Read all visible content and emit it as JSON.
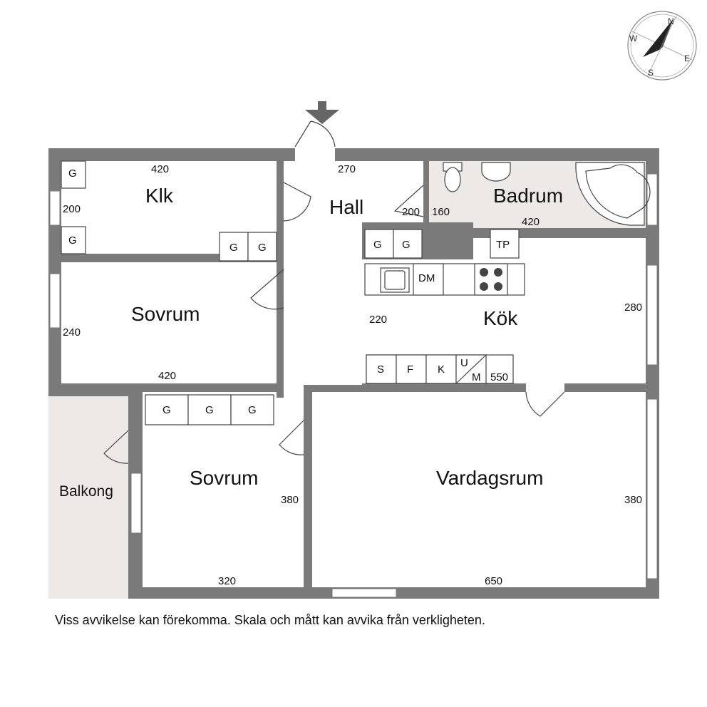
{
  "rooms": {
    "klk": "Klk",
    "hall": "Hall",
    "badrum": "Badrum",
    "sovrum_top": "Sovrum",
    "kok": "Kök",
    "sovrum_bottom": "Sovrum",
    "vardagsrum": "Vardagsrum",
    "balkong": "Balkong"
  },
  "dimensions": {
    "klk_width": "420",
    "klk_depth": "200",
    "hall_width": "270",
    "hall_depth": "200",
    "badrum_depth": "160",
    "badrum_width": "420",
    "sovrum_top_depth": "240",
    "sovrum_top_width": "420",
    "kok_depth": "280",
    "kok_hall_width": "220",
    "kok_width": "550",
    "sovrum_bottom_depth": "380",
    "sovrum_bottom_width": "320",
    "vardagsrum_depth": "380",
    "vardagsrum_width": "650"
  },
  "fixtures": {
    "wardrobe": "G",
    "dishwasher": "DM",
    "drying_cabinet": "TP",
    "fridge": "S",
    "freezer": "F",
    "cabinet": "K",
    "microwave_top": "U",
    "microwave_bottom": "M"
  },
  "compass": {
    "north": "N",
    "east": "E",
    "south": "S",
    "west": "W",
    "icon": "compass-rose-icon"
  },
  "entrance_icon": "entrance-arrow-icon",
  "disclaimer": "Viss avvikelse kan förekomma. Skala och mått kan avvika från verkligheten.",
  "colors": {
    "wall": "#7a7a7a",
    "balcony_floor": "#ece9e6",
    "bathroom_floor": "#ece9e6"
  }
}
